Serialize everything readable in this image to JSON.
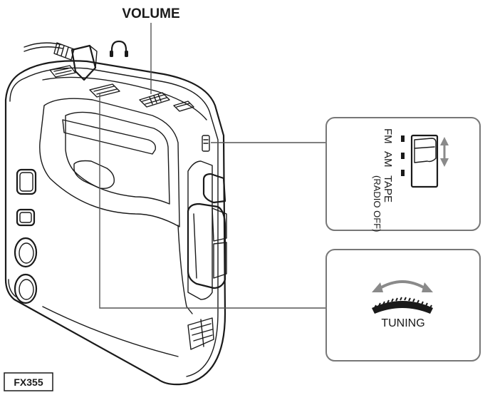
{
  "labels": {
    "volume": "VOLUME",
    "headphone_symbol": "🎧",
    "model": "FX355",
    "fm": "FM",
    "am": "AM",
    "tape": "TAPE",
    "radio_off": "(RADIO OFF)",
    "tuning": "TUNING"
  },
  "icons": {
    "headphone": "headphone-icon",
    "switch_arrow": "double-arrow-icon",
    "tuning_arrow": "curved-double-arrow-icon"
  },
  "colors": {
    "outline": "#1a1a1a",
    "leader": "#555555",
    "callout_border": "#777777",
    "arrow_grey": "#8a8a8a"
  }
}
